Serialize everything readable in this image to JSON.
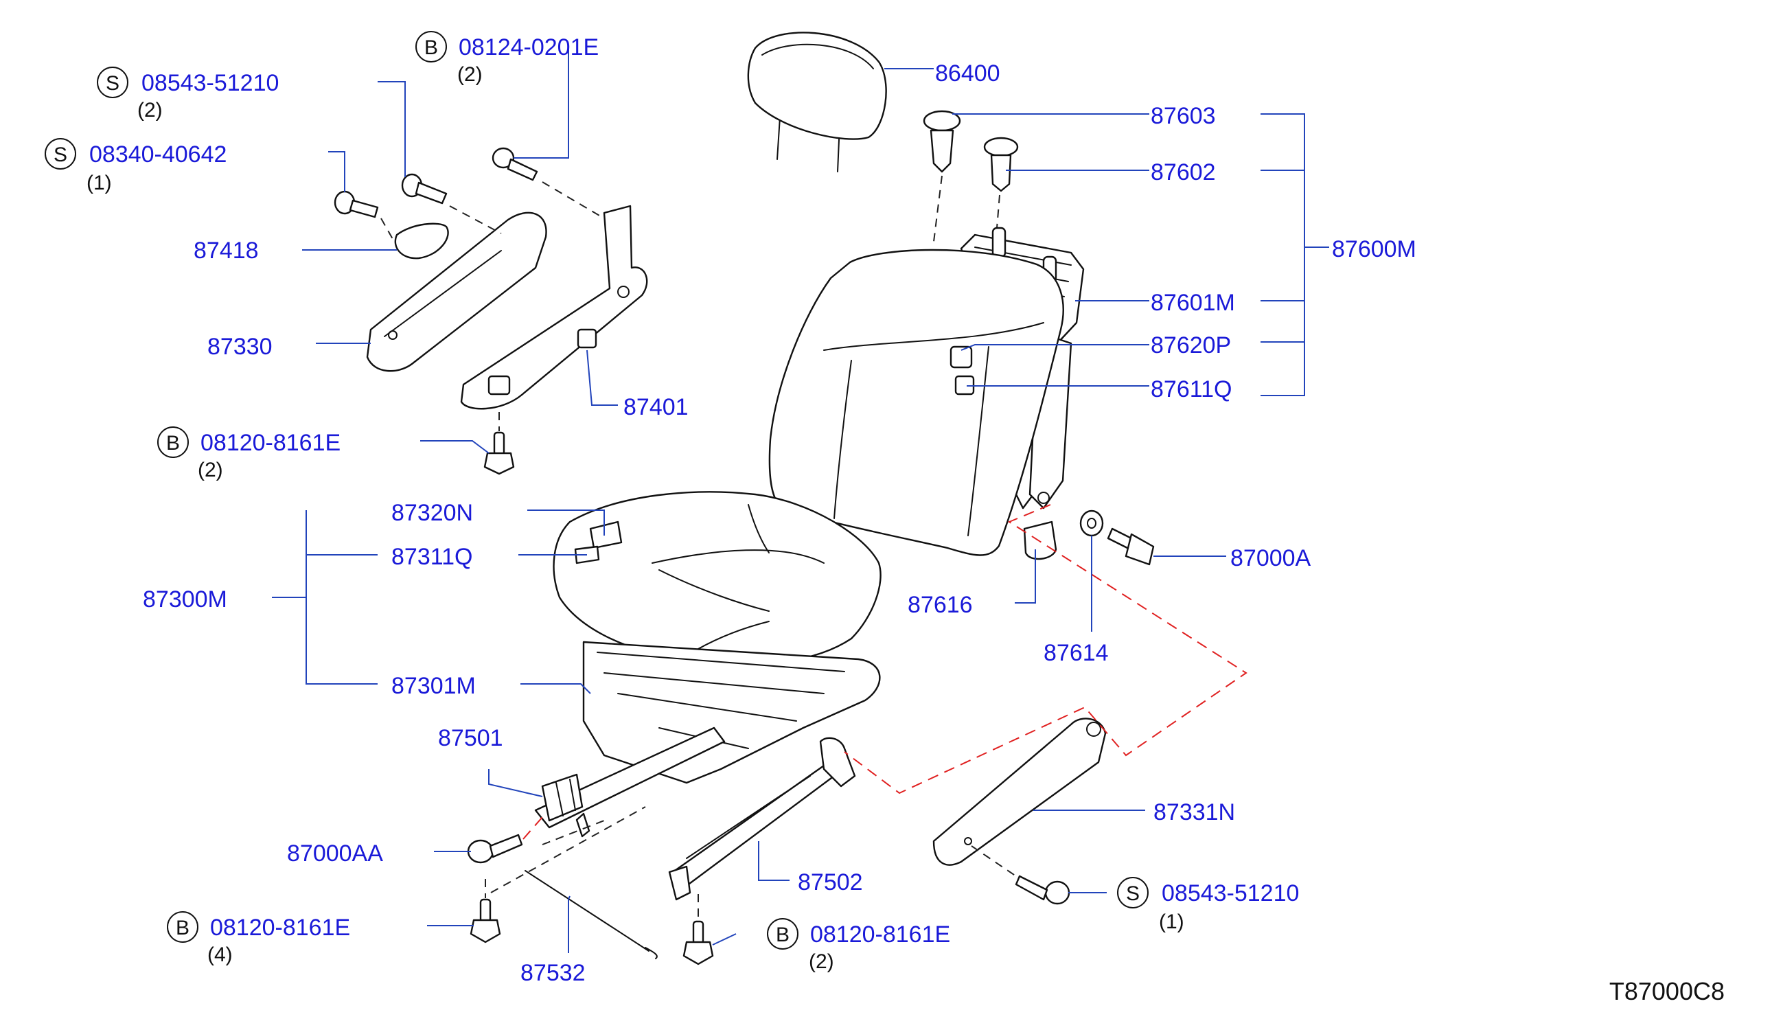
{
  "figure": {
    "reference_code": "T87000C8",
    "colors": {
      "label": "#1a1ad8",
      "line": "#111111",
      "leader": "#2244bb",
      "link_dash": "#e02020"
    }
  },
  "callouts": {
    "headrest": "86400",
    "headrest_guide_a": "87603",
    "headrest_guide_b": "87602",
    "back_assy": "87600M",
    "back_frame": "87601M",
    "back_part_p": "87620P",
    "back_part_q": "87611Q",
    "knob": "87418",
    "cover_87330": "87330",
    "recliner": "87401",
    "cushion_part_n": "87320N",
    "cushion_part_q": "87311Q",
    "cushion_assy": "87300M",
    "cushion_frame": "87301M",
    "cap_87616": "87616",
    "bushing": "87614",
    "bolt_87000a": "87000A",
    "slide_inner": "87501",
    "bolt_87000aa": "87000AA",
    "slide_outer": "87502",
    "rod": "87532",
    "cover_87331n": "87331N"
  },
  "fasteners": [
    {
      "badge": "B",
      "part": "08124-0201E",
      "qty": "(2)"
    },
    {
      "badge": "S",
      "part": "08543-51210",
      "qty": "(2)"
    },
    {
      "badge": "S",
      "part": "08340-40642",
      "qty": "(1)"
    },
    {
      "badge": "B",
      "part": "08120-8161E",
      "qty": "(2)"
    },
    {
      "badge": "B",
      "part": "08120-8161E",
      "qty": "(4)"
    },
    {
      "badge": "B",
      "part": "08120-8161E",
      "qty": "(2)"
    },
    {
      "badge": "S",
      "part": "08543-51210",
      "qty": "(1)"
    }
  ]
}
